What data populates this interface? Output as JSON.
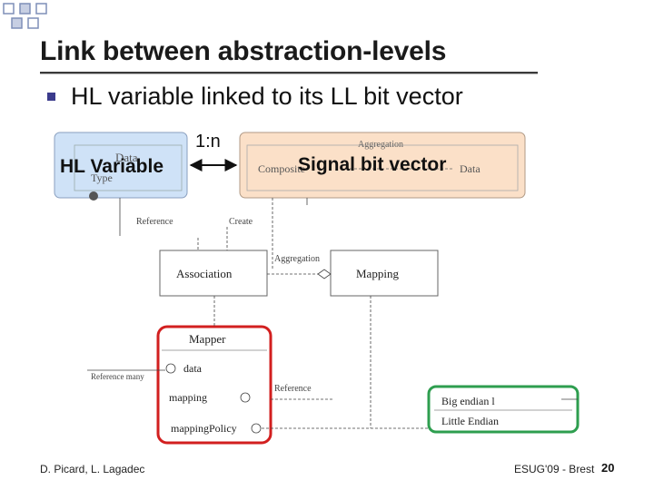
{
  "slide": {
    "title": "Link between abstraction-levels",
    "bullet": "HL variable linked to its LL bit vector",
    "footer_left": "D. Picard, L. Lagadec",
    "footer_right": "ESUG'09 - Brest",
    "page_number": "20"
  },
  "overlay_labels": {
    "hl_variable": "HL Variable",
    "signal_bit_vector": "Signal bit vector",
    "ratio": "1:n"
  },
  "diagram": {
    "hl_box": {
      "top": "Data",
      "bottom": "Type"
    },
    "ll_box": {
      "header": "Aggregation",
      "left": "Composite",
      "right": "Data"
    },
    "association": "Association",
    "mapping": "Mapping",
    "mapper": {
      "title": "Mapper",
      "fields": [
        "data",
        "mapping",
        "mappingPolicy"
      ]
    },
    "endian": [
      "Big endian l",
      "Little Endian"
    ],
    "edge_labels": {
      "reference_top": "Reference",
      "create": "Create",
      "aggregation": "Aggregation",
      "reference_many": "Reference many",
      "reference_right": "Reference"
    },
    "colors": {
      "hl_fill": "#cfe2f7",
      "ll_fill": "#fbe0c8",
      "mapper_border": "#d21f1f",
      "endian_border": "#2e9e4f"
    }
  }
}
